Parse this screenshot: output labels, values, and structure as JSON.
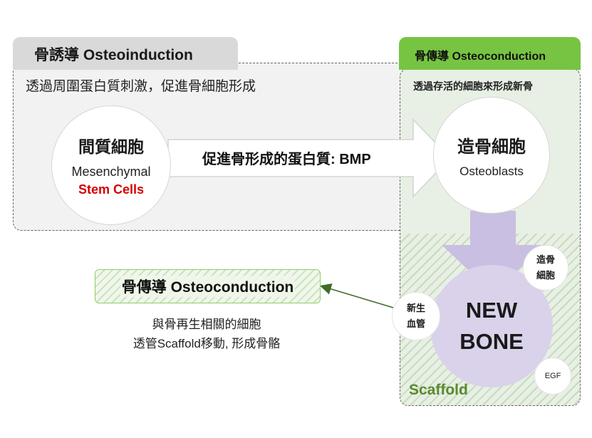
{
  "osteoinduction": {
    "title": "骨誘導 Osteoinduction",
    "description": "透過周圍蛋白質刺激，促進骨細胞形成"
  },
  "osteoconduction": {
    "title": "骨傳導 Osteoconduction",
    "description": "透過存活的細胞來形成新骨",
    "scaffold_label": "Scaffold"
  },
  "msc": {
    "name_zh": "間質細胞",
    "name_en_line1": "Mesenchymal",
    "name_en_line2": "Stem Cells"
  },
  "bmp_arrow_label": "促進骨形成的蛋白質: BMP",
  "osteoblast": {
    "name_zh": "造骨細胞",
    "name_en": "Osteoblasts"
  },
  "new_bone": {
    "line1": "NEW",
    "line2": "BONE"
  },
  "small_circles": {
    "osteoblast_line1": "造骨",
    "osteoblast_line2": "細胞",
    "vessel_line1": "新生",
    "vessel_line2": "血管",
    "egf": "EGF"
  },
  "conduction_summary": {
    "title": "骨傳導 Osteoconduction",
    "line1": "與骨再生相關的細胞",
    "line2": "透管Scaffold移動, 形成骨骼"
  },
  "colors": {
    "green_tab": "#76c442",
    "scaffold_text": "#5a8a2e",
    "stem_cells_red": "#d40000",
    "new_bone_fill": "#d9d2ea",
    "arrow_purple": "#c9bfe2",
    "leader_arrow": "#3f6b2a"
  }
}
